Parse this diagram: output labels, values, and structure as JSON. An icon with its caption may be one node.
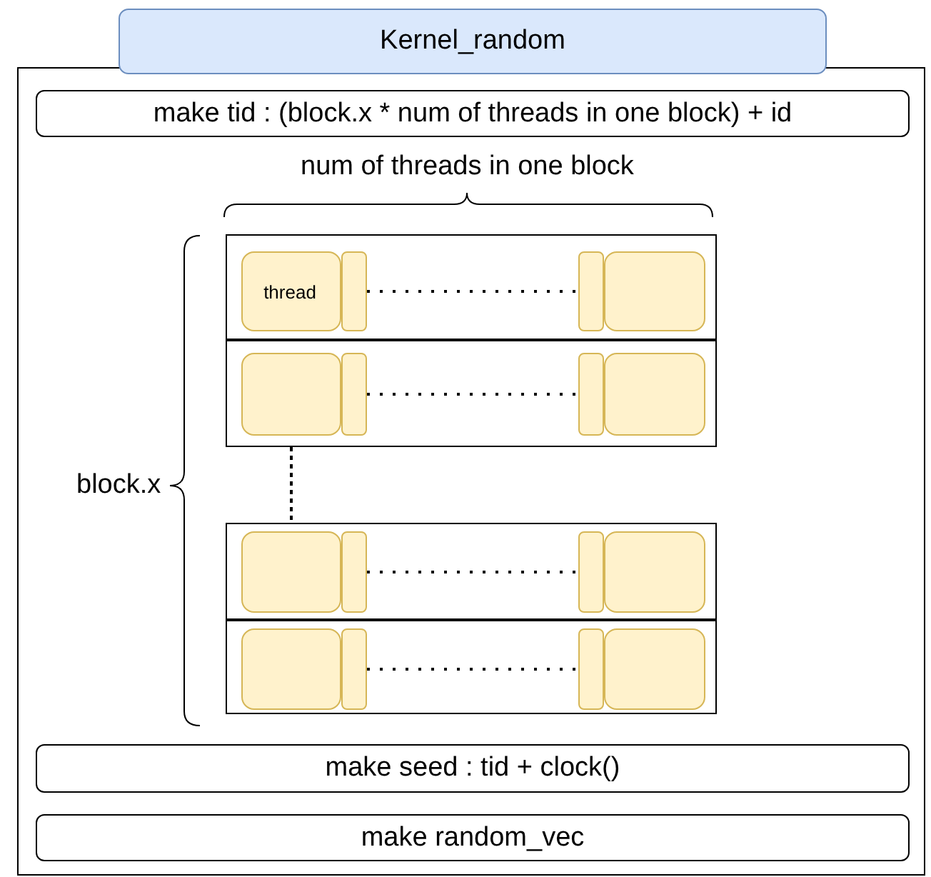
{
  "diagram": {
    "nodes": [
      {
        "text": [
          "Kernel_random"
        ]
      },
      {
        "text": [],
        "shape": "box"
      },
      {
        "text": [
          "make tid :  (block.x * num of threads in one block) + id"
        ],
        "in": 1
      },
      {
        "text": [],
        "shape": "box",
        "in": 1
      },
      {
        "text": [
          "thread"
        ],
        "in": 3
      },
      {
        "text": [],
        "shape": "box",
        "in": 3
      },
      {
        "text": [],
        "shape": "box",
        "in": 3
      },
      {
        "text": [],
        "shape": "box",
        "in": 3
      },
      {
        "text": [],
        "shape": "box",
        "in": 1
      },
      {
        "text": [],
        "shape": "box",
        "in": 8
      },
      {
        "text": [],
        "shape": "box",
        "in": 8
      },
      {
        "text": [],
        "shape": "box",
        "in": 8
      },
      {
        "text": [],
        "shape": "box",
        "in": 8
      },
      {
        "text": [],
        "shape": "box",
        "in": 1
      },
      {
        "text": [],
        "shape": "box",
        "in": 13
      },
      {
        "text": [],
        "shape": "box",
        "in": 13
      },
      {
        "text": [],
        "shape": "box",
        "in": 13
      },
      {
        "text": [],
        "shape": "box",
        "in": 13
      },
      {
        "text": [],
        "shape": "box",
        "in": 1
      },
      {
        "text": [],
        "shape": "box",
        "in": 18
      },
      {
        "text": [],
        "shape": "box",
        "in": 18
      },
      {
        "text": [],
        "shape": "box",
        "in": 18
      },
      {
        "text": [],
        "shape": "box",
        "in": 18
      },
      {
        "text": [
          "make seed : tid + clock()"
        ],
        "in": 1
      },
      {
        "text": [
          "make random_vec"
        ],
        "in": 1
      }
    ],
    "edges": [
      {
        "from": 5,
        "to": 6,
        "arrow": "none",
        "style": "dashed"
      },
      {
        "from": 10,
        "to": 11,
        "arrow": "none",
        "style": "dashed"
      },
      {
        "from": 8,
        "to": 13,
        "arrow": "none",
        "style": "dashed"
      },
      {
        "from": 15,
        "to": 16,
        "arrow": "none",
        "style": "dashed"
      },
      {
        "from": 20,
        "to": 21,
        "arrow": "none",
        "style": "dashed"
      }
    ],
    "labels": [
      "num of threads in one block",
      "block.x"
    ]
  }
}
